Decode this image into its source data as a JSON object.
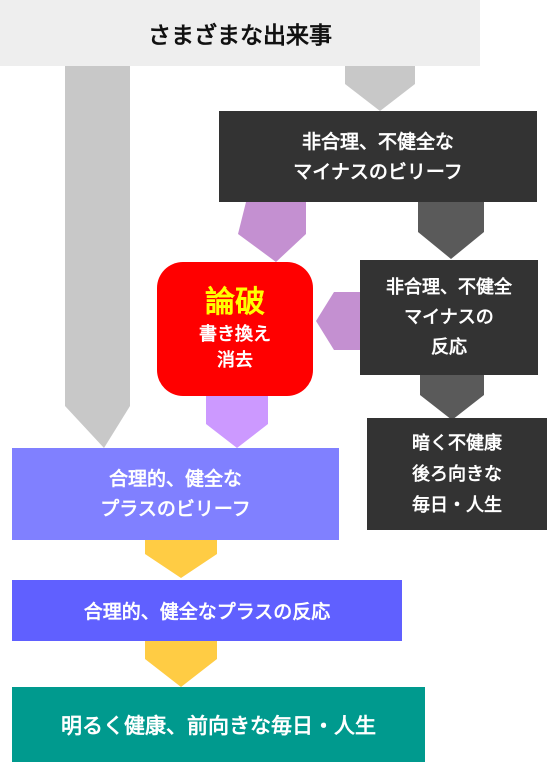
{
  "title": "さまざまな出来事",
  "irrational_belief": [
    "非合理、不健全な",
    "マイナスのビリーフ"
  ],
  "irrational_reaction": [
    "非合理、不健全",
    "マイナスの",
    "反応"
  ],
  "dark_life": [
    "暗く不健康",
    "後ろ向きな",
    "毎日・人生"
  ],
  "dispute": {
    "main": "論破",
    "sub": [
      "書き換え",
      "消去"
    ]
  },
  "rational_belief": [
    "合理的、健全な",
    "プラスのビリーフ"
  ],
  "rational_reaction": "合理的、健全なプラスの反応",
  "bright_life": "明るく健康、前向きな毎日・人生",
  "colors": {
    "title_bg": "#eeeeee",
    "dark_box": "#333333",
    "dispute_bg": "#ff0000",
    "dispute_main_text": "#ffff00",
    "rational_belief_bg": "#8080ff",
    "rational_reaction_bg": "#6060ff",
    "bright_life_bg": "#009a8e",
    "arrow_gray": "#c8c8c8",
    "arrow_dark": "#5a5a5a",
    "arrow_purple": "#c490d1",
    "arrow_lavender": "#cc99ff",
    "arrow_yellow": "#ffcc44"
  }
}
